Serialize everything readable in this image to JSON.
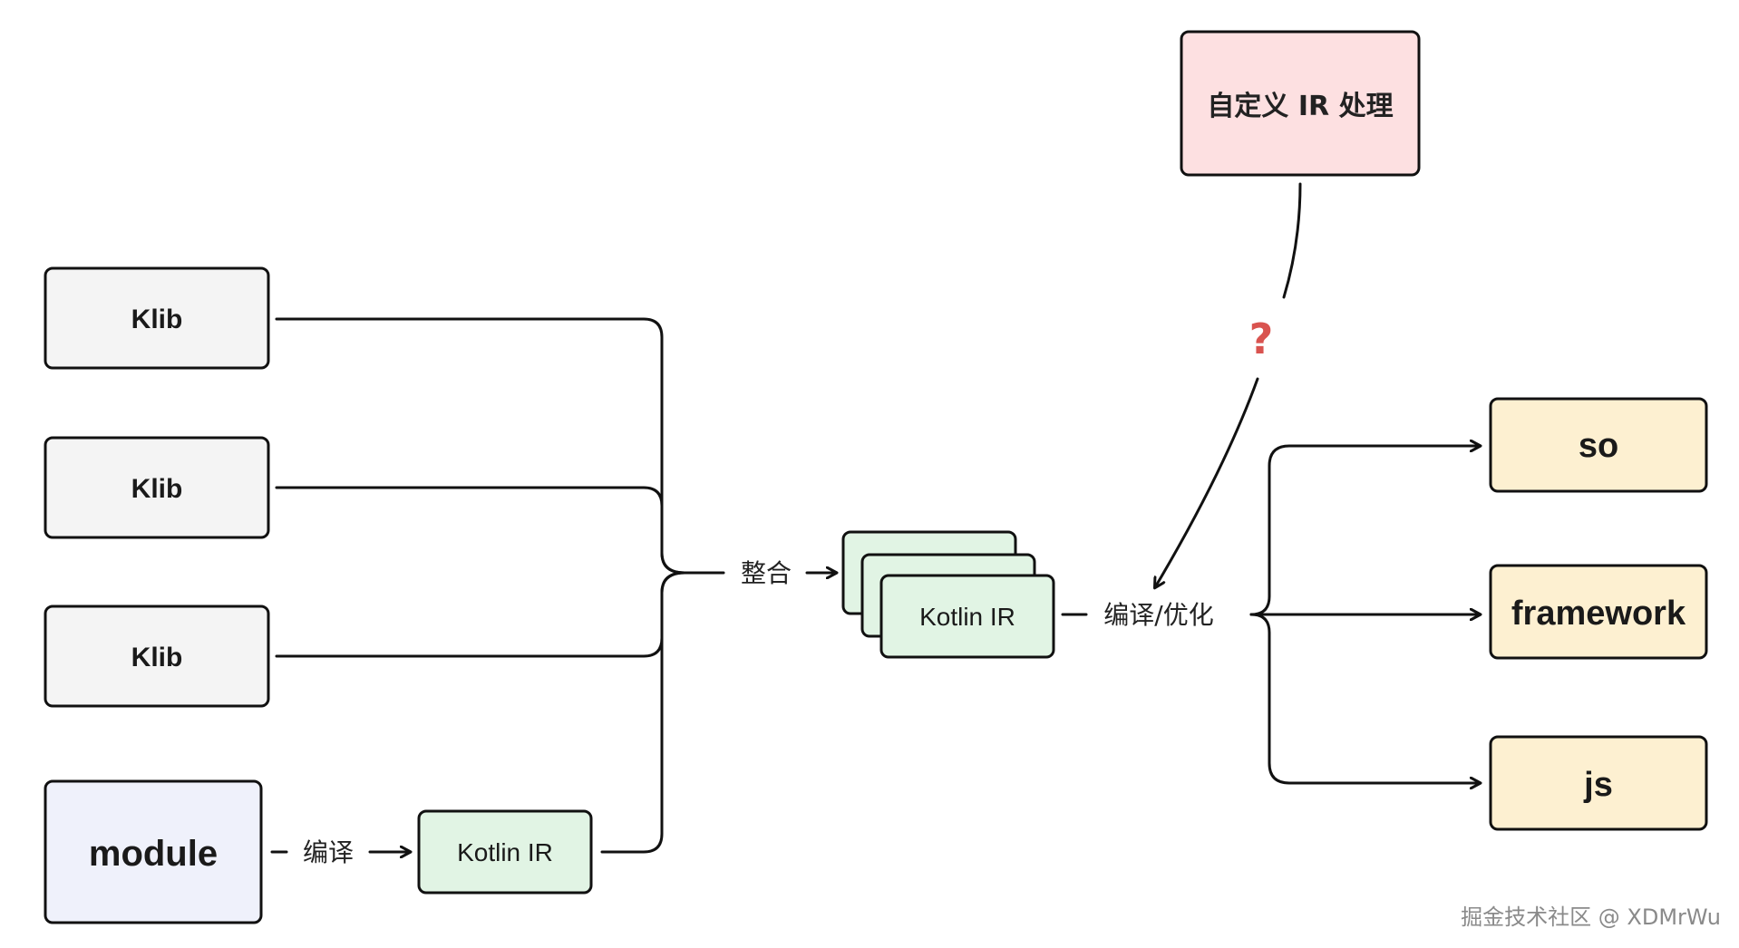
{
  "colors": {
    "klib_fill": "#f4f4f4",
    "module_fill": "#eff1fb",
    "kotlin_ir_fill": "#e1f4e4",
    "custom_ir_fill": "#fde0e1",
    "output_fill": "#fdf0d1",
    "stroke": "#111111",
    "question_color": "#d9534f"
  },
  "nodes": {
    "klib_1": "Klib",
    "klib_2": "Klib",
    "klib_3": "Klib",
    "module": "module",
    "kotlin_ir_small": "Kotlin IR",
    "kotlin_ir_stack": "Kotlin IR",
    "custom_ir": "自定义 IR 处理",
    "output_so": "so",
    "output_framework": "framework",
    "output_js": "js"
  },
  "edge_labels": {
    "compile": "编译",
    "merge": "整合",
    "compile_optimize": "编译/优化",
    "question": "?"
  },
  "watermark": "掘金技术社区 @ XDMrWu"
}
